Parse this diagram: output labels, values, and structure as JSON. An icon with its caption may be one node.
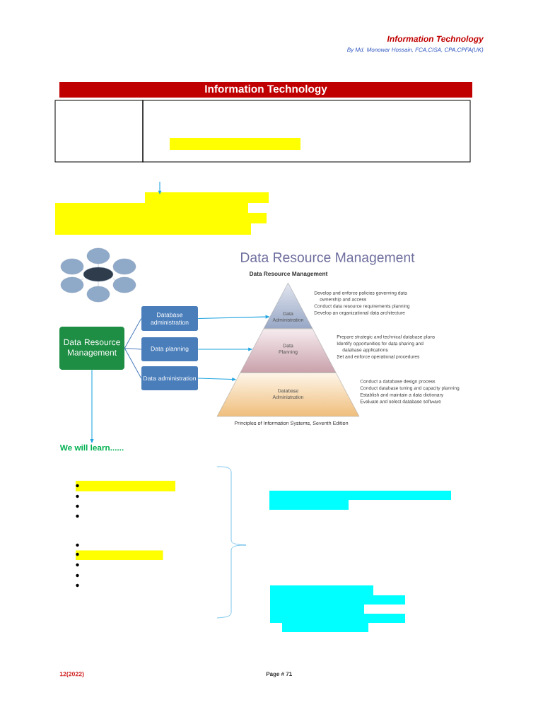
{
  "diagram": {
    "title": "Information Technology",
    "nodes": [
      {
        "text": [
          "Data Resource Management"
        ]
      },
      {
        "text": [
          "Database administration"
        ]
      },
      {
        "text": [
          "Data planning"
        ]
      },
      {
        "text": [
          "Data administration"
        ]
      },
      {
        "text": [
          "Data Administration"
        ],
        "beside": [
          "Develop and enforce policies governing data ownership and access",
          "Conduct data resource requirements planning",
          "Develop an organizational data architecture"
        ]
      },
      {
        "text": [
          "Data Planning"
        ],
        "beside": [
          "Prepare strategic and technical database plans",
          "Identify opportunities for data sharing and database applications",
          "Set and enforce operational procedures"
        ]
      },
      {
        "text": [
          "Database Administration"
        ],
        "beside": [
          "Conduct a database design process",
          "Conduct database tuning and capacity planning",
          "Establish and maintain a data dictionary",
          "Evaluate and select database software"
        ]
      },
      {
        "text": [
          "We will learn......"
        ]
      }
    ],
    "edges": [
      {
        "from": 0,
        "to": 1,
        "arrow": "none",
        "color": "#4f81bd"
      },
      {
        "from": 0,
        "to": 2,
        "arrow": "none",
        "color": "#4f81bd"
      },
      {
        "from": 0,
        "to": 3,
        "arrow": "none",
        "color": "#4f81bd"
      },
      {
        "from": 1,
        "to": 4,
        "arrow": "to"
      },
      {
        "from": 2,
        "to": 5,
        "arrow": "to"
      },
      {
        "from": 3,
        "to": 6,
        "arrow": "to"
      },
      {
        "from": 0,
        "to": 7,
        "arrow": "to"
      }
    ],
    "labels": [
      "Information Technology",
      "By Md. Monowar Hossain, FCA,CISA, CPA,CPFA(UK)",
      "Data Resource Management",
      "Data Resource Management",
      "Principles of Information Systems, Seventh Edition",
      "12(2022)",
      "Page # 71"
    ]
  }
}
